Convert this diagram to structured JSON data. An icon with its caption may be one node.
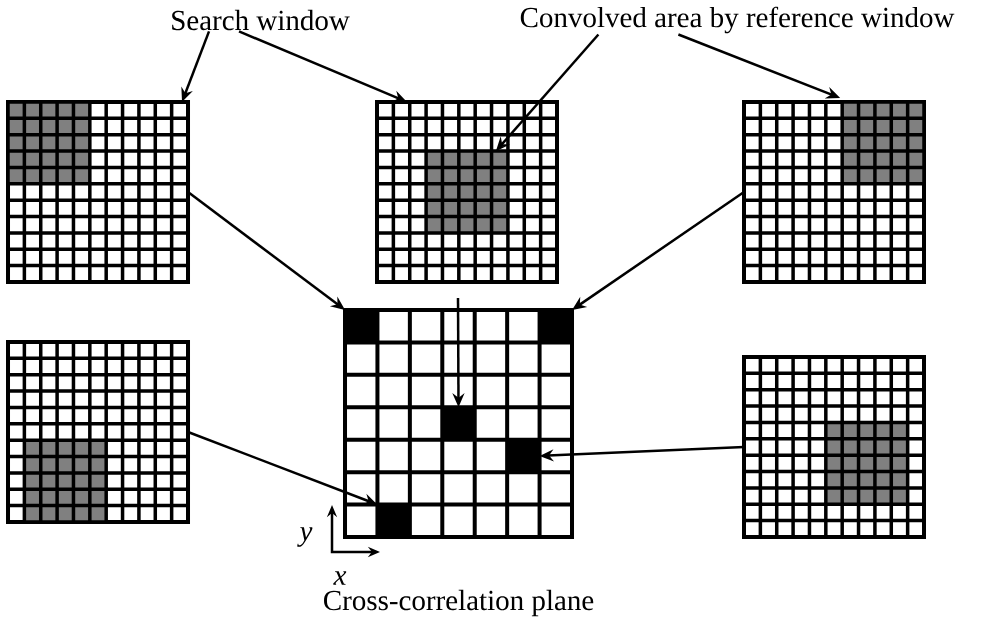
{
  "diagram": {
    "nodes": [
      {
        "text": [
          "Search window"
        ]
      },
      {
        "text": [
          "Convolved area by reference window"
        ]
      },
      {
        "text": [],
        "shape": "grid"
      },
      {
        "text": [],
        "shape": "box",
        "in": 2
      },
      {
        "text": [],
        "shape": "grid"
      },
      {
        "text": [],
        "shape": "box",
        "in": 4
      },
      {
        "text": [],
        "shape": "grid"
      },
      {
        "text": [],
        "shape": "box",
        "in": 6
      },
      {
        "text": [],
        "shape": "grid"
      },
      {
        "text": [],
        "shape": "box",
        "in": 8
      },
      {
        "text": [],
        "shape": "grid"
      },
      {
        "text": [],
        "shape": "box",
        "in": 10
      },
      {
        "text": [
          "Cross-correlation plane"
        ]
      },
      {
        "text": [],
        "shape": "box",
        "in": 12
      },
      {
        "text": [],
        "shape": "box",
        "in": 12
      },
      {
        "text": [],
        "shape": "box",
        "in": 12
      },
      {
        "text": [],
        "shape": "box",
        "in": 12
      },
      {
        "text": [],
        "shape": "box",
        "in": 12
      }
    ],
    "edges": [
      {
        "from": 0,
        "to": 2,
        "arrow": "to"
      },
      {
        "from": 0,
        "to": 4,
        "arrow": "to"
      },
      {
        "from": 1,
        "to": 5,
        "arrow": "to"
      },
      {
        "from": 1,
        "to": 7,
        "arrow": "to"
      },
      {
        "from": 2,
        "to": 13,
        "arrow": "to"
      },
      {
        "from": 4,
        "to": 15,
        "arrow": "to"
      },
      {
        "from": 6,
        "to": 14,
        "arrow": "to"
      },
      {
        "from": 8,
        "to": 17,
        "arrow": "to"
      },
      {
        "from": 10,
        "to": 16,
        "arrow": "to"
      }
    ],
    "labels": [
      "y",
      "x"
    ]
  }
}
